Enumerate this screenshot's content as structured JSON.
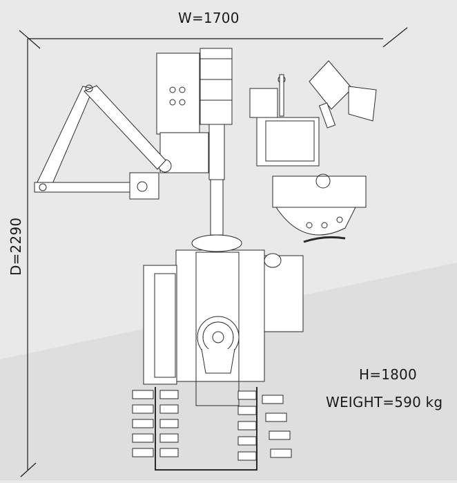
{
  "dimensions": {
    "width_label": "W=1700",
    "depth_label": "D=2290",
    "height_label": "H=1800",
    "weight_label": "WEIGHT=590 kg"
  },
  "colors": {
    "background": "#e9e9e9",
    "background_shade": "#dcdcdc",
    "machine_fill": "#ffffff",
    "line": "#2a2a2a"
  }
}
